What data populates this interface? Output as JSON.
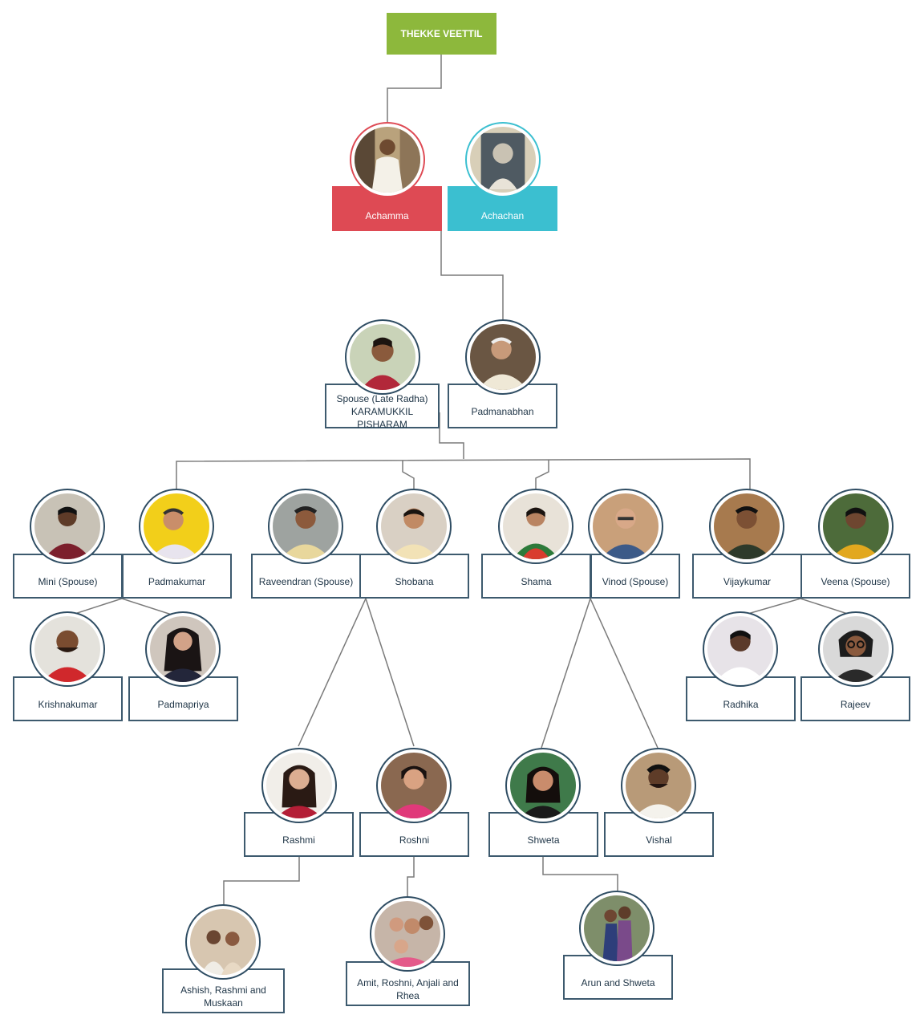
{
  "root": {
    "label": "THEKKE VEETTIL"
  },
  "colors": {
    "root": "#8db83c",
    "achamma": "#de4a54",
    "achachan": "#3bbfd0",
    "border": "#2f4d63",
    "line": "#7a7a7a"
  },
  "members": {
    "achamma": "Achamma",
    "achachan": "Achachan",
    "radha_line1": "Spouse (Late Radha)",
    "radha_line2": "KARAMUKKIL PISHARAM",
    "padmanabhan": "Padmanabhan",
    "mini": "Mini (Spouse)",
    "padmakumar": "Padmakumar",
    "raveendran": "Raveendran (Spouse)",
    "shobana": "Shobana",
    "shama": "Shama",
    "vinod": "Vinod (Spouse)",
    "vijaykumar": "Vijaykumar",
    "veena": "Veena (Spouse)",
    "krishnakumar": "Krishnakumar",
    "padmapriya": "Padmapriya",
    "radhika": "Radhika",
    "rajeev": "Rajeev",
    "rashmi": "Rashmi",
    "roshni": "Roshni",
    "shweta": "Shweta",
    "vishal": "Vishal",
    "ashish_family": "Ashish, Rashmi and Muskaan",
    "amit_family": "Amit, Roshni, Anjali and Rhea",
    "arun_family": "Arun and Shweta"
  }
}
